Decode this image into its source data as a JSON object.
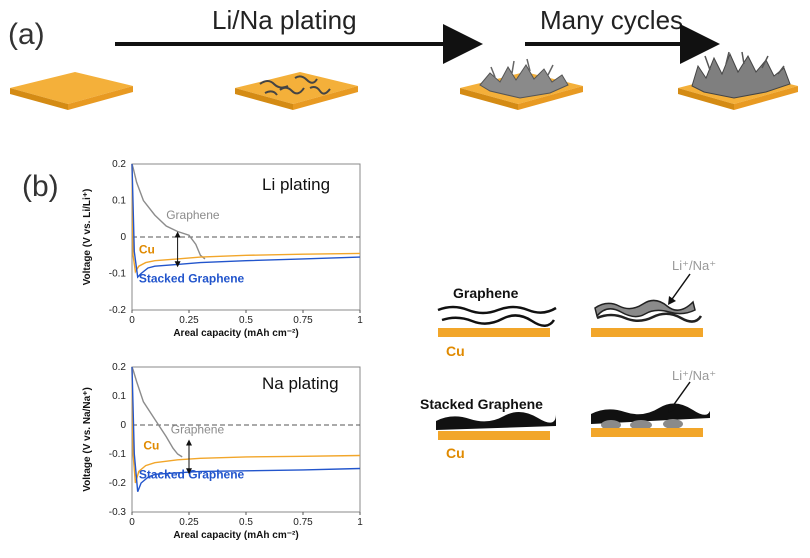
{
  "panel_a": {
    "label": "(a)",
    "step1": "Li/Na plating",
    "step2": "Many cycles"
  },
  "panel_b": {
    "label": "(b)"
  },
  "colors": {
    "cu_orange": "#f2a62a",
    "graphene_gray": "#8c8c8c",
    "stacked_blue": "#2255cc",
    "cu_text": "#e08a00"
  },
  "chart_data": [
    {
      "type": "line",
      "title": "Li plating",
      "xlabel": "Areal capacity (mAh cm⁻²)",
      "ylabel": "Voltage (V vs. Li/Li⁺)",
      "xlim": [
        0,
        1
      ],
      "ylim": [
        -0.2,
        0.2
      ],
      "xticks": [
        "0",
        "0.25",
        "0.5",
        "0.75",
        "1"
      ],
      "yticks": [
        "0.2",
        "0.1",
        "0",
        "-0.1",
        "-0.2"
      ],
      "annotations": [
        "Graphene",
        "Cu",
        "Stacked Graphene"
      ],
      "series": [
        {
          "name": "Graphene",
          "color": "#8c8c8c",
          "x": [
            0.0,
            0.005,
            0.02,
            0.05,
            0.1,
            0.15,
            0.2,
            0.25,
            0.28,
            0.3,
            0.32
          ],
          "y": [
            0.2,
            0.19,
            0.15,
            0.1,
            0.06,
            0.03,
            0.015,
            0.005,
            -0.02,
            -0.05,
            -0.06
          ]
        },
        {
          "name": "Cu",
          "color": "#f2a62a",
          "x": [
            0.0,
            0.005,
            0.015,
            0.03,
            0.06,
            0.1,
            0.2,
            0.3,
            0.5,
            0.75,
            1.0
          ],
          "y": [
            0.2,
            -0.05,
            -0.095,
            -0.08,
            -0.07,
            -0.065,
            -0.06,
            -0.055,
            -0.05,
            -0.047,
            -0.045
          ]
        },
        {
          "name": "Stacked Graphene",
          "color": "#2255cc",
          "x": [
            0.0,
            0.01,
            0.025,
            0.04,
            0.07,
            0.1,
            0.2,
            0.3,
            0.5,
            0.75,
            1.0
          ],
          "y": [
            0.2,
            -0.04,
            -0.11,
            -0.1,
            -0.085,
            -0.08,
            -0.075,
            -0.07,
            -0.065,
            -0.06,
            -0.055
          ]
        }
      ],
      "reference_line": {
        "y": 0,
        "style": "dashed"
      }
    },
    {
      "type": "line",
      "title": "Na plating",
      "xlabel": "Areal capacity (mAh cm⁻²)",
      "ylabel": "Voltage (V vs. Na/Na⁺)",
      "xlim": [
        0,
        1
      ],
      "ylim": [
        -0.3,
        0.2
      ],
      "xticks": [
        "0",
        "0.25",
        "0.5",
        "0.75",
        "1"
      ],
      "yticks": [
        "0.2",
        "0.1",
        "0",
        "-0.1",
        "-0.2",
        "-0.3"
      ],
      "annotations": [
        "Graphene",
        "Cu",
        "Stacked Graphene"
      ],
      "series": [
        {
          "name": "Graphene",
          "color": "#8c8c8c",
          "x": [
            0.0,
            0.005,
            0.02,
            0.05,
            0.1,
            0.15,
            0.18,
            0.2,
            0.22
          ],
          "y": [
            0.2,
            0.19,
            0.15,
            0.08,
            0.02,
            -0.04,
            -0.08,
            -0.1,
            -0.11
          ]
        },
        {
          "name": "Cu",
          "color": "#f2a62a",
          "x": [
            0.0,
            0.005,
            0.015,
            0.03,
            0.06,
            0.1,
            0.2,
            0.3,
            0.5,
            0.75,
            1.0
          ],
          "y": [
            0.2,
            -0.1,
            -0.2,
            -0.16,
            -0.14,
            -0.13,
            -0.12,
            -0.115,
            -0.11,
            -0.108,
            -0.105
          ]
        },
        {
          "name": "Stacked Graphene",
          "color": "#2255cc",
          "x": [
            0.0,
            0.01,
            0.025,
            0.04,
            0.07,
            0.1,
            0.2,
            0.3,
            0.5,
            0.75,
            1.0
          ],
          "y": [
            0.2,
            -0.1,
            -0.23,
            -0.2,
            -0.18,
            -0.17,
            -0.165,
            -0.16,
            -0.158,
            -0.155,
            -0.15
          ]
        }
      ],
      "reference_line": {
        "y": 0,
        "style": "dashed"
      }
    }
  ],
  "schematic": {
    "top_label": "Graphene",
    "bottom_label": "Stacked Graphene",
    "cu_label": "Cu",
    "ion_label": "Li⁺/Na⁺"
  }
}
